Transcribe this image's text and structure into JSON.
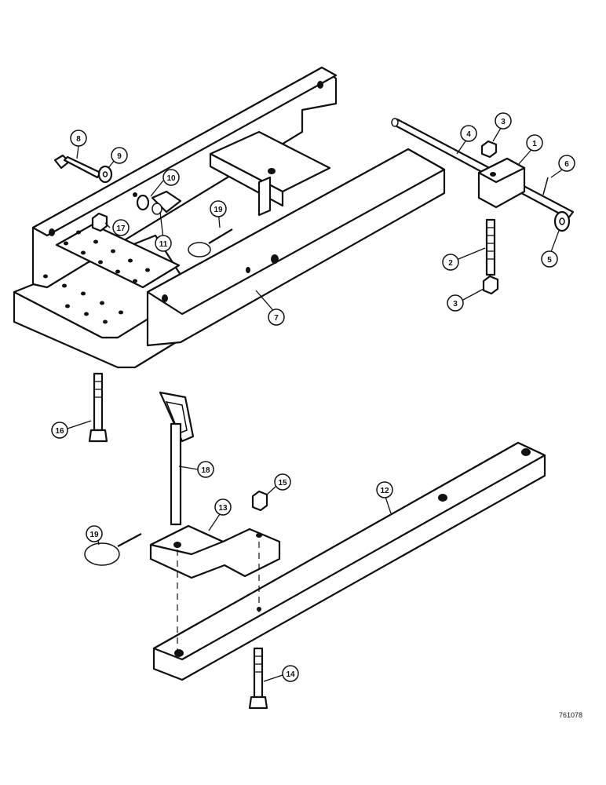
{
  "drawing_code": "761078",
  "callouts": [
    {
      "n": "1"
    },
    {
      "n": "2"
    },
    {
      "n": "3"
    },
    {
      "n": "3"
    },
    {
      "n": "4"
    },
    {
      "n": "5"
    },
    {
      "n": "6"
    },
    {
      "n": "7"
    },
    {
      "n": "8"
    },
    {
      "n": "9"
    },
    {
      "n": "10"
    },
    {
      "n": "11"
    },
    {
      "n": "12"
    },
    {
      "n": "13"
    },
    {
      "n": "14"
    },
    {
      "n": "15"
    },
    {
      "n": "16"
    },
    {
      "n": "17"
    },
    {
      "n": "18"
    },
    {
      "n": "19"
    },
    {
      "n": "19"
    }
  ],
  "colors": {
    "ink": "#111111",
    "paper": "#ffffff"
  }
}
